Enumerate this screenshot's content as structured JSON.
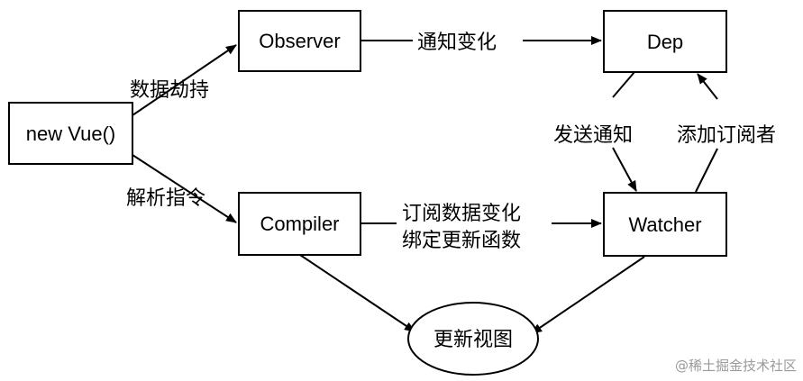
{
  "nodes": {
    "new_vue": "new Vue()",
    "observer": "Observer",
    "compiler": "Compiler",
    "dep": "Dep",
    "watcher": "Watcher",
    "update_view": "更新视图"
  },
  "edges": {
    "hijack": "数据劫持",
    "parse": "解析指令",
    "notify_change": "通知变化",
    "send_notify": "发送通知",
    "add_subscriber": "添加订阅者",
    "subscribe_line1": "订阅数据变化",
    "subscribe_line2": "绑定更新函数"
  },
  "watermark": "@稀土掘金技术社区"
}
